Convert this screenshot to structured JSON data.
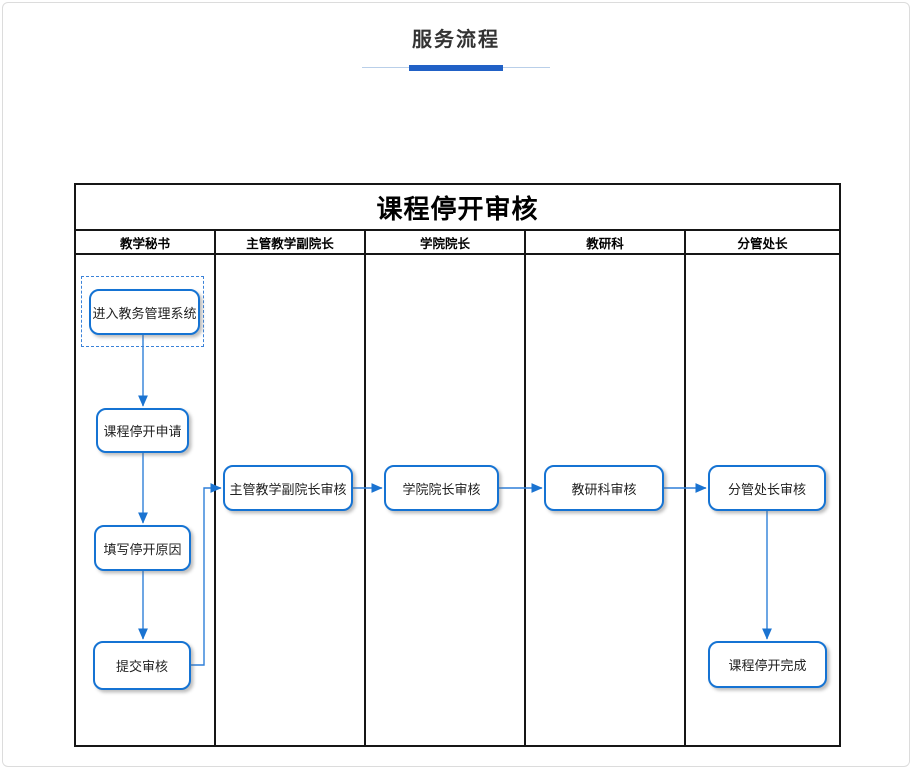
{
  "page": {
    "title": "服务流程"
  },
  "diagram": {
    "title": "课程停开审核",
    "lanes": [
      {
        "label": "教学秘书"
      },
      {
        "label": "主管教学副院长"
      },
      {
        "label": "学院院长"
      },
      {
        "label": "教研科"
      },
      {
        "label": "分管处长"
      }
    ],
    "nodes": [
      {
        "id": "enter-system",
        "label": "进入教务管理系统",
        "lane": "教学秘书",
        "type": "start"
      },
      {
        "id": "course-stop-apply",
        "label": "课程停开申请",
        "lane": "教学秘书",
        "type": "process"
      },
      {
        "id": "fill-stop-reason",
        "label": "填写停开原因",
        "lane": "教学秘书",
        "type": "process"
      },
      {
        "id": "submit-review",
        "label": "提交审核",
        "lane": "教学秘书",
        "type": "process"
      },
      {
        "id": "vice-dean-review",
        "label": "主管教学副院长审核",
        "lane": "主管教学副院长",
        "type": "process"
      },
      {
        "id": "dean-review",
        "label": "学院院长审核",
        "lane": "学院院长",
        "type": "process"
      },
      {
        "id": "research-section-review",
        "label": "教研科审核",
        "lane": "教研科",
        "type": "process"
      },
      {
        "id": "director-review",
        "label": "分管处长审核",
        "lane": "分管处长",
        "type": "process"
      },
      {
        "id": "course-stop-complete",
        "label": "课程停开完成",
        "lane": "分管处长",
        "type": "end"
      }
    ],
    "edges": [
      {
        "from": "enter-system",
        "to": "course-stop-apply"
      },
      {
        "from": "course-stop-apply",
        "to": "fill-stop-reason"
      },
      {
        "from": "fill-stop-reason",
        "to": "submit-review"
      },
      {
        "from": "submit-review",
        "to": "vice-dean-review"
      },
      {
        "from": "vice-dean-review",
        "to": "dean-review"
      },
      {
        "from": "dean-review",
        "to": "research-section-review"
      },
      {
        "from": "research-section-review",
        "to": "director-review"
      },
      {
        "from": "director-review",
        "to": "course-stop-complete"
      }
    ],
    "colors": {
      "node_border": "#1573d3",
      "connector": "#2e7fd9",
      "arrowhead": "#1a73d1",
      "table_border": "#161616",
      "accent_bar": "#2161c6",
      "accent_thin_line": "#b9cfe9",
      "node_text": "#222222",
      "page_border": "#dcdcdc"
    }
  }
}
